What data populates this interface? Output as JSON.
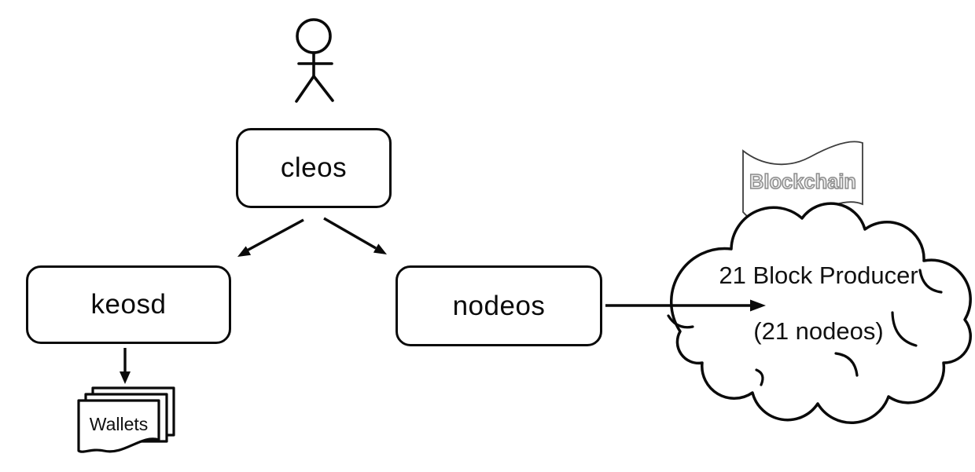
{
  "diagram": {
    "title_hint": "EOS tooling architecture",
    "background_color": "#ffffff",
    "line_color": "#000000",
    "nodes": {
      "actor": {
        "type": "person-stick-figure"
      },
      "cleos": {
        "label": "cleos"
      },
      "keosd": {
        "label": "keosd"
      },
      "nodeos": {
        "label": "nodeos"
      },
      "wallets": {
        "label": "Wallets",
        "type": "document-stack"
      },
      "block_producer_cloud": {
        "type": "cloud",
        "line1": "21 Block Producer",
        "line2": "(21 nodeos)"
      },
      "blockchain_flag": {
        "type": "waving-flag",
        "label": "Blockchain",
        "text_color": "#8d8d8d"
      }
    },
    "edges": [
      {
        "from": "cleos",
        "to": "keosd",
        "style": "arrow"
      },
      {
        "from": "cleos",
        "to": "nodeos",
        "style": "arrow"
      },
      {
        "from": "keosd",
        "to": "wallets",
        "style": "arrow"
      },
      {
        "from": "nodeos",
        "to": "block_producer_cloud",
        "style": "arrow"
      }
    ]
  }
}
